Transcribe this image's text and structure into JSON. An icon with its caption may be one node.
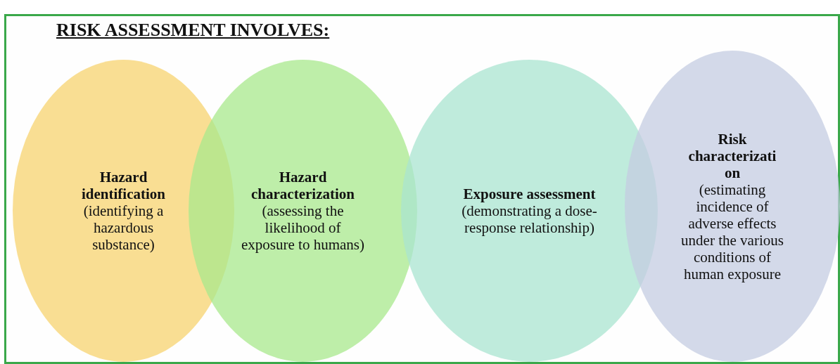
{
  "diagram": {
    "title": "RISK ASSESSMENT INVOLVES:",
    "nodes": [
      {
        "text": [
          "Hazard identification",
          "(identifying a hazardous substance)"
        ]
      },
      {
        "text": [
          "Hazard characterization",
          "(assessing the likelihood of exposure to humans)"
        ]
      },
      {
        "text": [
          "Exposure assessment",
          "(demonstrating a dose-response relationship)"
        ]
      },
      {
        "text": [
          "Risk characterizati on",
          "(estimating incidence of adverse effects under the various conditions of human exposure"
        ]
      }
    ],
    "edges": []
  }
}
